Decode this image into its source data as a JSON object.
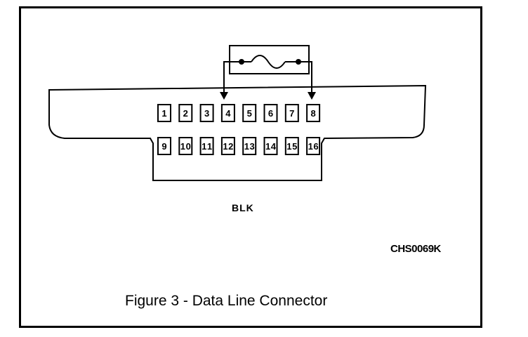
{
  "diagram": {
    "pins_top_row": [
      "1",
      "2",
      "3",
      "4",
      "5",
      "6",
      "7",
      "8"
    ],
    "pins_bottom_row": [
      "9",
      "10",
      "11",
      "12",
      "13",
      "14",
      "15",
      "16"
    ],
    "connector_color": "BLK",
    "image_code": "CHS0069K",
    "caption": "Figure 3 - Data Line Connector",
    "jumper_pins": [
      "4",
      "8"
    ],
    "line_color": "#000000",
    "background_color": "#ffffff"
  }
}
